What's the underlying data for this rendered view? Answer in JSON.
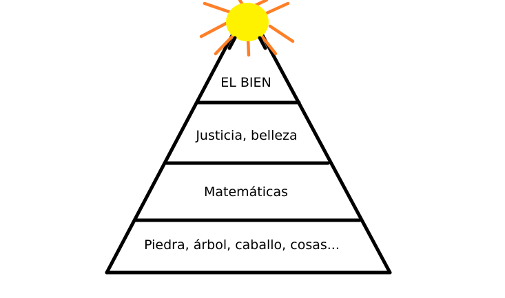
{
  "diagram": {
    "type": "pyramid",
    "levels": [
      {
        "label": "EL BIEN"
      },
      {
        "label": "Justicia, belleza"
      },
      {
        "label": "Matemáticas"
      },
      {
        "label": "Piedra, árbol, caballo, cosas..."
      }
    ],
    "sun": {
      "fill_color": "#FFF200",
      "ray_color": "#FF7F27"
    },
    "line_color": "#000000",
    "background": "#FFFFFF"
  }
}
